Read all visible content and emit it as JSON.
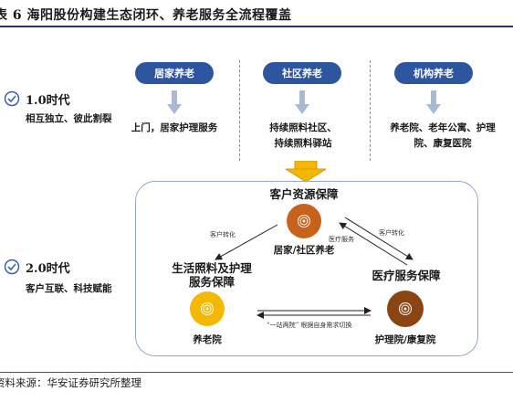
{
  "title": "表 6 海阳股份构建生态闭环、养老服务全流程覆盖",
  "source": "资料来源：华安证券研究所整理",
  "columns": [
    {
      "label": "居家养老",
      "text_lines": [
        "上门，居家护理服务"
      ]
    },
    {
      "label": "社区养老",
      "text_lines": [
        "持续照料社区、",
        "持续照料驿站"
      ]
    },
    {
      "label": "机构养老",
      "text_lines": [
        "养老院、老年公寓、护理",
        "院、康复医院"
      ]
    }
  ],
  "era1": {
    "title": "1.0时代",
    "subtitle": "相互独立、彼此割裂"
  },
  "era2": {
    "title": "2.0时代",
    "subtitle": "客户互联、科技赋能"
  },
  "nodes": {
    "top": {
      "title": "客户资源保障",
      "subtitle": "居家/社区养老"
    },
    "left": {
      "title_lines": [
        "生活照料及护理",
        "服务保障"
      ],
      "subtitle": "养老院"
    },
    "right": {
      "title": "医疗服务保障",
      "subtitle": "护理院/康复院"
    }
  },
  "arrow_labels": {
    "left": "客户转化",
    "right_upper": "客户转化",
    "right_lower": "医疗服务",
    "bottom": "“一站两院” 根据自身需求切换"
  },
  "colors": {
    "pill": "#2e56a0",
    "top_node": "#c8621b",
    "left_node": "#f5b800",
    "right_node": "#8b4513",
    "big_arrow": "#f2b705"
  }
}
